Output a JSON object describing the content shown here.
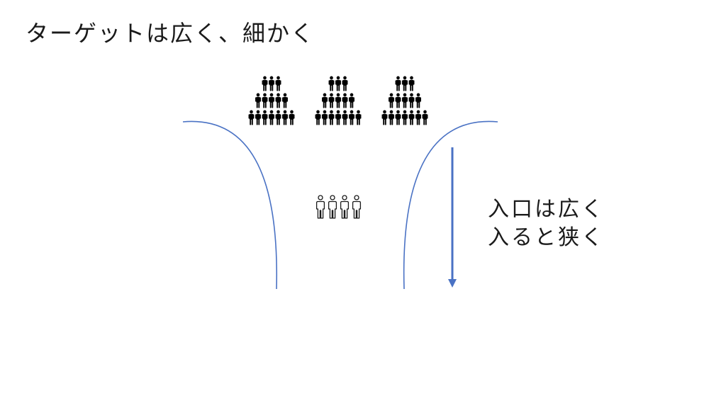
{
  "title": "ターゲットは広く、細かく",
  "note": {
    "line1": "入口は広く",
    "line2": "入ると狭く"
  },
  "colors": {
    "funnel": "#4a72c4",
    "arrow": "#4a72c4",
    "people": "#000000",
    "outline_people": "#1a1a1a"
  },
  "icons": {
    "crowd": "people-pyramid-icon",
    "group": "four-people-outline-icon",
    "arrow": "down-arrow-icon"
  }
}
